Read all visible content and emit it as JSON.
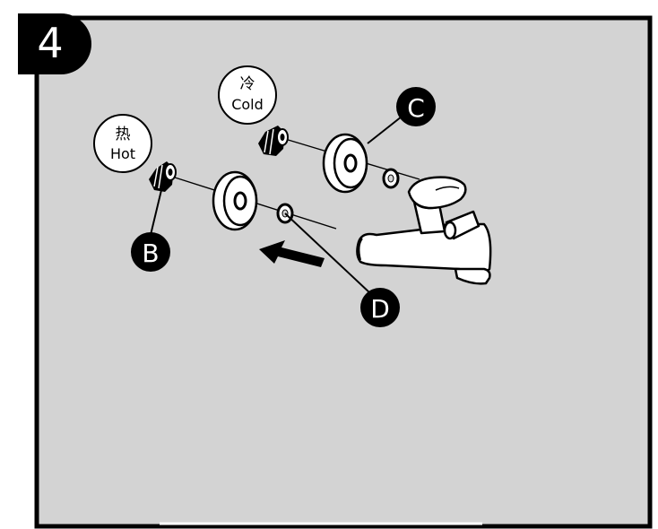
{
  "step": {
    "number": "4"
  },
  "labels": {
    "hot": {
      "cn": "热",
      "en": "Hot"
    },
    "cold": {
      "cn": "冷",
      "en": "Cold"
    }
  },
  "callouts": {
    "b": "B",
    "c": "C",
    "d": "D"
  },
  "colors": {
    "panel": "#d3d3d3",
    "ink": "#000000",
    "paper": "#ffffff"
  }
}
